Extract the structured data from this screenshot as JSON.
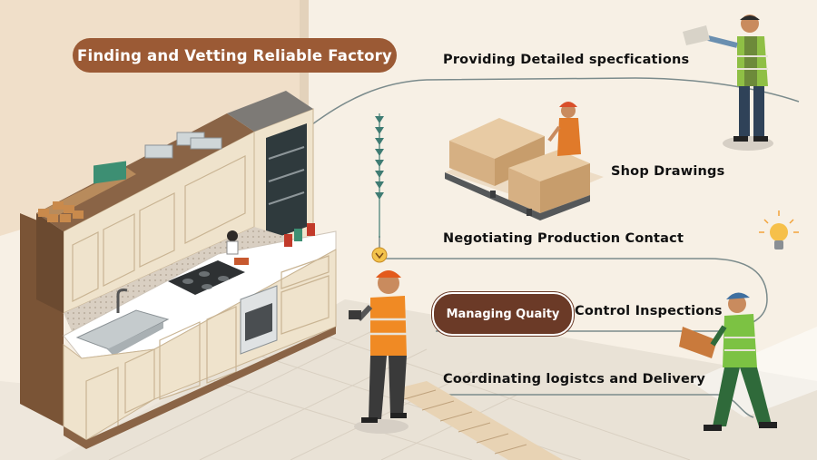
{
  "title_pill": "Finding and Vetting Reliable Factory",
  "steps": {
    "specifications": "Providing Detailed specfications",
    "shop_drawings": "Shop Drawings",
    "negotiating": "Negotiating Production Contact",
    "qc_pill": "Managing Quaity",
    "qc_rest": "Control Inspections",
    "logistics": "Coordinating logistcs and Delivery"
  },
  "colors": {
    "background": "#f6efe4",
    "title_pill": "#9b5a35",
    "qc_pill": "#6b3a27",
    "path_line": "#7b8b8c",
    "safety_orange": "#f08a24",
    "vest_green": "#7cc243",
    "cabinet": "#efe3cc",
    "wood": "#7a5436"
  },
  "icons": [
    "lightbulb-icon",
    "chevron-down-icon",
    "arrow-chain-icon"
  ]
}
